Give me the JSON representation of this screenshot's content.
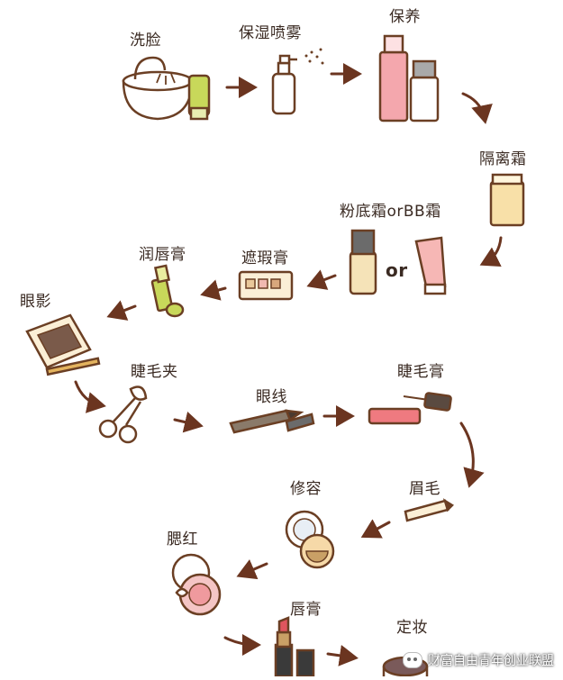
{
  "steps": {
    "wash_face": "洗脸",
    "toner_spray": "保湿喷雾",
    "skincare": "保养",
    "primer": "隔离霜",
    "foundation": "粉底霜orBB霜",
    "or_text": "or",
    "concealer": "遮瑕膏",
    "lip_balm": "润唇膏",
    "eyeshadow": "眼影",
    "eyelash_curler": "睫毛夹",
    "eyeliner": "眼线",
    "mascara": "睫毛膏",
    "eyebrow": "眉毛",
    "contour": "修容",
    "blush": "腮红",
    "lipstick": "唇膏",
    "setting": "定妆"
  },
  "watermark": "财富自由青年创业联盟",
  "colors": {
    "outline": "#6b3f24",
    "arrow": "#6b3520",
    "pink": "#f4a7ad",
    "green": "#c8d85a",
    "beige": "#f5e3b8",
    "cream": "#fbefd6"
  }
}
